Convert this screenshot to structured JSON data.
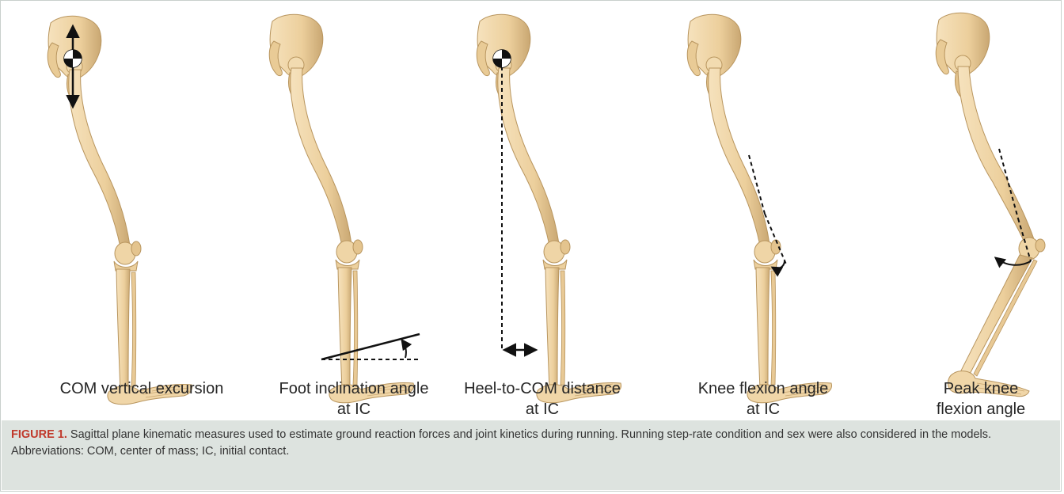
{
  "colors": {
    "bone": "#eed4a4",
    "bone_shade": "#c9a772",
    "line": "#111111",
    "caption_bg": "#dde3df",
    "caption_label": "#c0392b"
  },
  "panels": [
    {
      "label_lines": [
        "COM vertical excursion"
      ],
      "measure": "com-vertical-arrow"
    },
    {
      "label_lines": [
        "Foot inclination angle",
        "at IC"
      ],
      "measure": "foot-angle"
    },
    {
      "label_lines": [
        "Heel-to-COM distance",
        "at IC"
      ],
      "measure": "heel-com-distance"
    },
    {
      "label_lines": [
        "Knee flexion angle",
        "at IC"
      ],
      "measure": "knee-angle"
    },
    {
      "label_lines": [
        "Peak knee",
        "flexion angle"
      ],
      "measure": "peak-knee-angle"
    }
  ],
  "caption": {
    "label": "FIGURE 1.",
    "text": " Sagittal plane kinematic measures used to estimate ground reaction forces and joint kinetics during running. Running step-rate condition and sex were also considered in the models. Abbreviations: COM, center of mass; IC, initial contact."
  }
}
